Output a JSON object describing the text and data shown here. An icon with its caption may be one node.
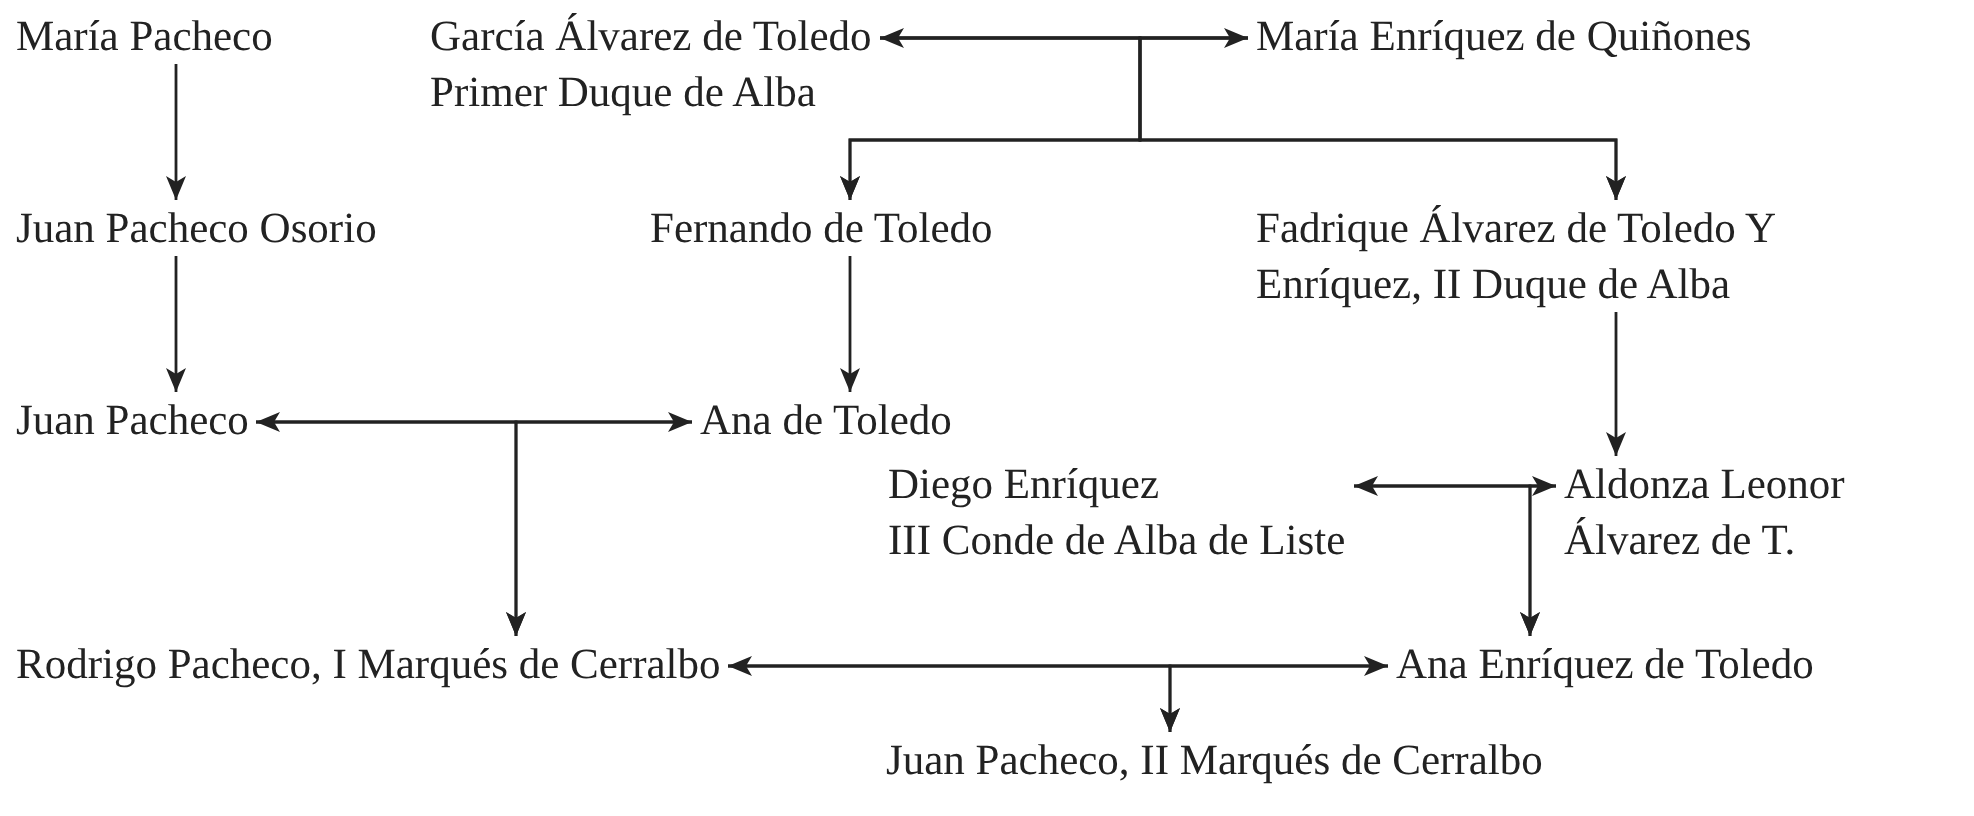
{
  "diagram": {
    "nodes": [
      {
        "text": [
          "María Pacheco"
        ]
      },
      {
        "text": [
          "García Álvarez de Toledo",
          "Primer Duque de Alba"
        ]
      },
      {
        "text": [
          "María Enríquez de Quiñones"
        ]
      },
      {
        "text": [
          "Juan Pacheco Osorio"
        ]
      },
      {
        "text": [
          "Fernando de Toledo"
        ]
      },
      {
        "text": [
          "Fadrique Álvarez de Toledo Y Enríquez, II Duque de Alba"
        ]
      },
      {
        "text": [
          "Juan Pacheco"
        ]
      },
      {
        "text": [
          "Ana de Toledo"
        ]
      },
      {
        "text": [
          "Diego Enríquez",
          "III Conde de Alba de Liste"
        ]
      },
      {
        "text": [
          "Aldonza Leonor Álvarez de T."
        ]
      },
      {
        "text": [
          "Rodrigo Pacheco, I Marqués de Cerralbo"
        ]
      },
      {
        "text": [
          "Ana Enríquez de Toledo"
        ]
      },
      {
        "text": [
          "Juan Pacheco, II Marqués de Cerralbo"
        ]
      }
    ],
    "edges": [
      {
        "from": 0,
        "to": 3,
        "arrow": "to"
      },
      {
        "from": 3,
        "to": 6,
        "arrow": "to"
      },
      {
        "from": 1,
        "to": 2,
        "arrow": "both"
      },
      {
        "from": 1,
        "to": 4,
        "arrow": "to"
      },
      {
        "from": 2,
        "to": 4,
        "arrow": "to"
      },
      {
        "from": 1,
        "to": 5,
        "arrow": "to"
      },
      {
        "from": 2,
        "to": 5,
        "arrow": "to"
      },
      {
        "from": 4,
        "to": 7,
        "arrow": "to"
      },
      {
        "from": 5,
        "to": 9,
        "arrow": "to"
      },
      {
        "from": 6,
        "to": 7,
        "arrow": "both"
      },
      {
        "from": 6,
        "to": 10,
        "arrow": "to"
      },
      {
        "from": 7,
        "to": 10,
        "arrow": "to"
      },
      {
        "from": 8,
        "to": 9,
        "arrow": "both"
      },
      {
        "from": 8,
        "to": 11,
        "arrow": "to"
      },
      {
        "from": 9,
        "to": 11,
        "arrow": "to"
      },
      {
        "from": 10,
        "to": 11,
        "arrow": "both"
      },
      {
        "from": 10,
        "to": 12,
        "arrow": "to"
      },
      {
        "from": 11,
        "to": 12,
        "arrow": "to"
      }
    ]
  }
}
